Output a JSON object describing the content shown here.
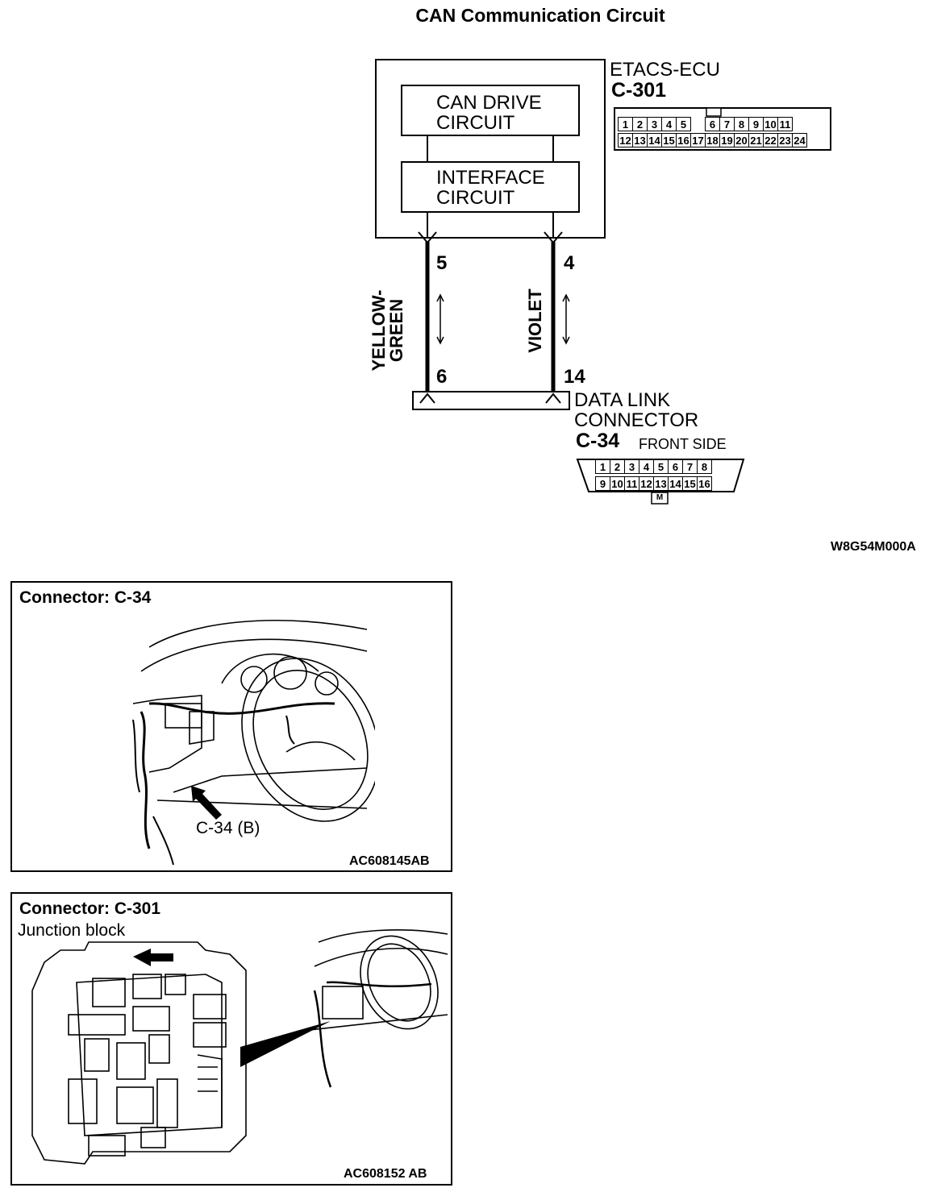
{
  "title": "CAN Communication Circuit",
  "ecu": {
    "name": "ETACS-ECU",
    "connector": "C-301",
    "can_drive": [
      "CAN DRIVE",
      "CIRCUIT"
    ],
    "interface": [
      "INTERFACE",
      "CIRCUIT"
    ],
    "pins_row1": [
      "1",
      "2",
      "3",
      "4",
      "5",
      "",
      "6",
      "7",
      "8",
      "9",
      "10",
      "11"
    ],
    "pins_row2": [
      "12",
      "13",
      "14",
      "15",
      "16",
      "17",
      "18",
      "19",
      "20",
      "21",
      "22",
      "23",
      "24"
    ]
  },
  "wires": {
    "left": {
      "top_pin": "5",
      "bottom_pin": "6",
      "color_line1": "YELLOW-",
      "color_line2": "GREEN"
    },
    "right": {
      "top_pin": "4",
      "bottom_pin": "14",
      "color": "VIOLET"
    }
  },
  "dlc": {
    "name_line1": "DATA LINK",
    "name_line2": "CONNECTOR",
    "connector": "C-34",
    "side": "FRONT SIDE",
    "pins_row1": [
      "1",
      "2",
      "3",
      "4",
      "5",
      "6",
      "7",
      "8"
    ],
    "pins_row2": [
      "9",
      "10",
      "11",
      "12",
      "13",
      "14",
      "15",
      "16"
    ],
    "tab": "M"
  },
  "diagram_code": "W8G54M000A",
  "panels": [
    {
      "title": "Connector: C-34",
      "callout": "C-34 (B)",
      "code": "AC608145AB"
    },
    {
      "title": "Connector: C-301",
      "subtitle": "Junction block",
      "code": "AC608152 AB"
    }
  ]
}
